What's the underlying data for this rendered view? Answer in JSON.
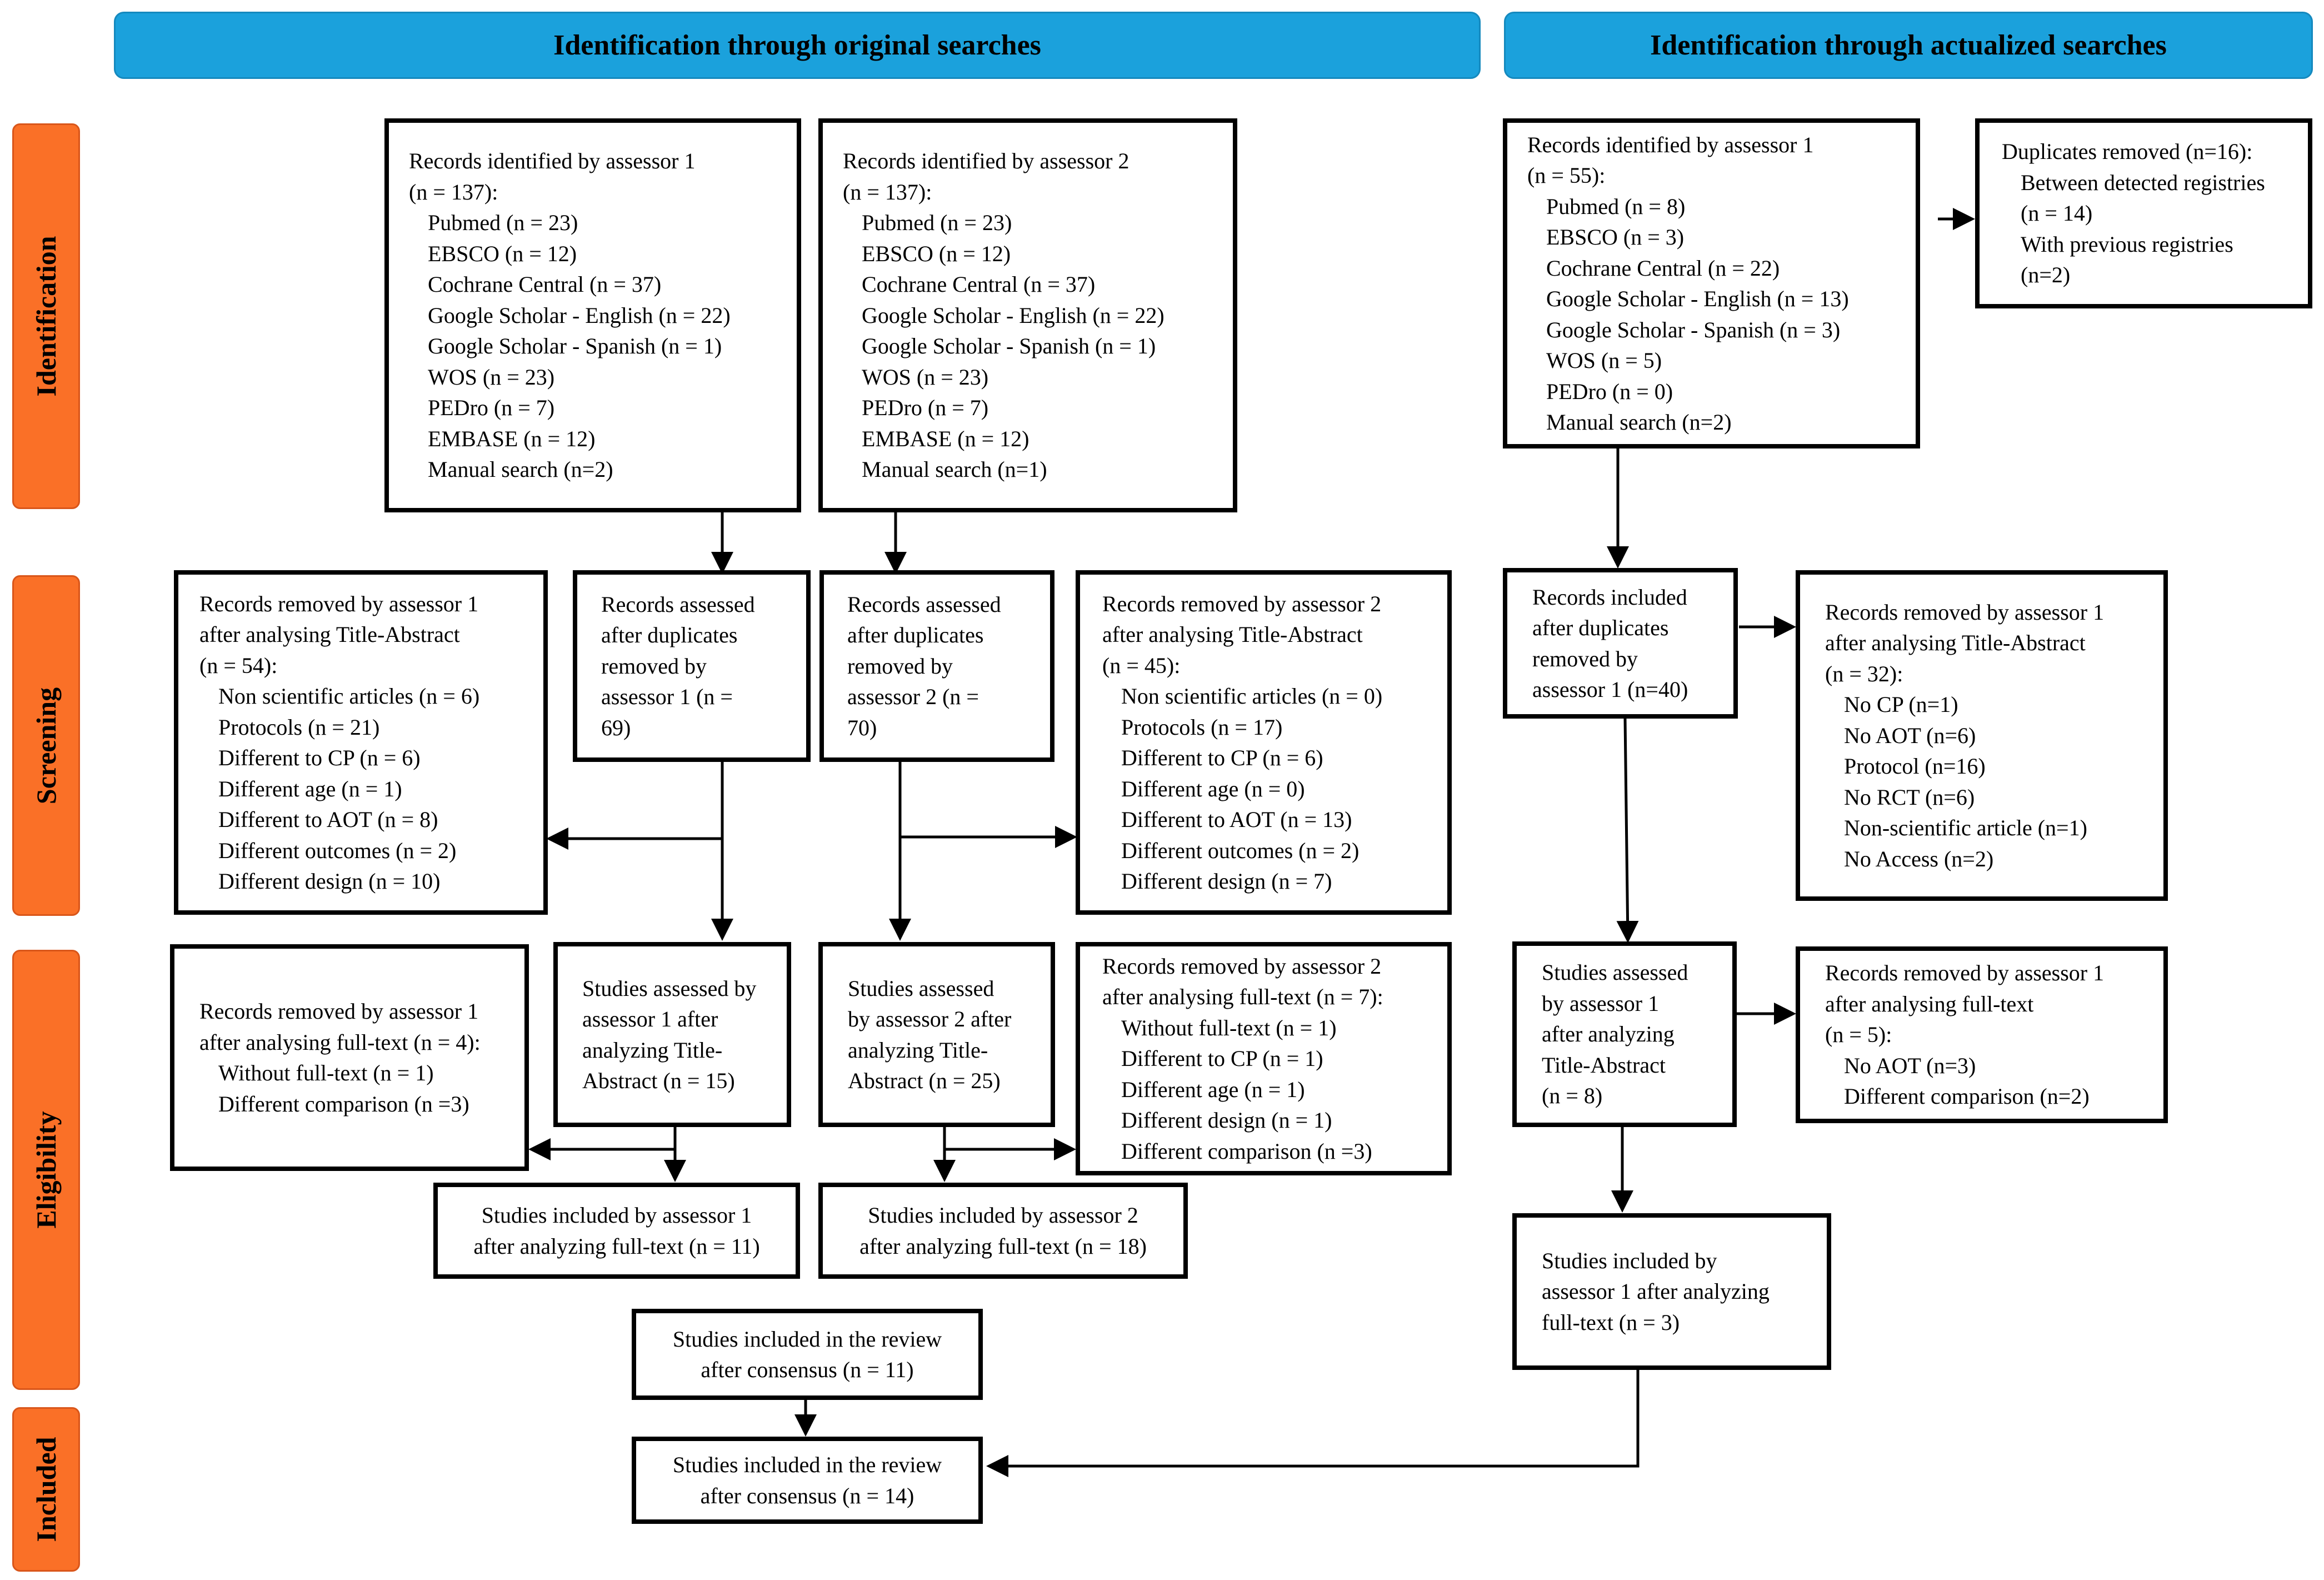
{
  "headers": {
    "original": "Identification through original searches",
    "actualized": "Identification through actualized searches"
  },
  "phases": {
    "identification": "Identification",
    "screening": "Screening",
    "eligibility": "Eligibility",
    "included": "Included"
  },
  "colors": {
    "header_blue": "#1BA1DC",
    "phase_orange": "#FA7027"
  },
  "boxes": {
    "ident_a1": {
      "heading": [
        "Records identified by assessor 1",
        "(n = 137):"
      ],
      "items": [
        "Pubmed (n = 23)",
        "EBSCO (n = 12)",
        "Cochrane Central (n = 37)",
        "Google Scholar - English (n = 22)",
        "Google Scholar - Spanish (n = 1)",
        "WOS (n = 23)",
        "PEDro (n = 7)",
        "EMBASE (n = 12)",
        "Manual search (n=2)"
      ]
    },
    "ident_a2": {
      "heading": [
        "Records identified by assessor 2",
        "(n = 137):"
      ],
      "items": [
        "Pubmed (n = 23)",
        "EBSCO (n = 12)",
        "Cochrane Central (n = 37)",
        "Google Scholar - English (n = 22)",
        "Google Scholar - Spanish (n = 1)",
        "WOS (n = 23)",
        "PEDro (n = 7)",
        "EMBASE (n = 12)",
        "Manual search (n=1)"
      ]
    },
    "ident_act": {
      "heading": [
        "Records identified by assessor 1",
        "(n = 55):"
      ],
      "items": [
        "Pubmed (n = 8)",
        "EBSCO (n = 3)",
        "Cochrane Central (n = 22)",
        "Google Scholar - English (n = 13)",
        "Google Scholar - Spanish (n = 3)",
        "WOS (n = 5)",
        "PEDro (n = 0)",
        "Manual search (n=2)"
      ]
    },
    "dup_removed": {
      "heading": [
        "Duplicates removed (n=16):"
      ],
      "items": [
        "Between detected registries",
        "(n = 14)",
        "With previous registries",
        "(n=2)"
      ]
    },
    "removed_ta_a1": {
      "heading": [
        "Records removed by assessor 1",
        "after analysing Title-Abstract",
        "(n = 54):"
      ],
      "items": [
        "Non scientific articles (n = 6)",
        "Protocols (n = 21)",
        "Different to CP (n = 6)",
        "Different age (n = 1)",
        "Different to AOT (n = 8)",
        "Different outcomes (n = 2)",
        "Different design (n = 10)"
      ]
    },
    "assessed_a1": {
      "lines": [
        "Records assessed",
        "after duplicates",
        "removed by",
        "assessor 1 (n =",
        "69)"
      ]
    },
    "assessed_a2": {
      "lines": [
        "Records assessed",
        "after duplicates",
        "removed by",
        "assessor 2 (n =",
        "70)"
      ]
    },
    "removed_ta_a2": {
      "heading": [
        "Records removed by assessor 2",
        "after analysing Title-Abstract",
        "(n = 45):"
      ],
      "items": [
        "Non scientific articles (n = 0)",
        "Protocols (n = 17)",
        "Different to CP (n = 6)",
        "Different age (n = 0)",
        "Different to AOT (n = 13)",
        "Different outcomes (n = 2)",
        "Different design (n = 7)"
      ]
    },
    "included_dup_act": {
      "lines": [
        "Records included",
        "after duplicates",
        "removed by",
        "assessor 1 (n=40)"
      ]
    },
    "removed_ta_act": {
      "heading": [
        "Records removed by assessor 1",
        "after analysing Title-Abstract",
        "(n = 32):"
      ],
      "items": [
        "No CP (n=1)",
        "No AOT (n=6)",
        "Protocol (n=16)",
        "No RCT (n=6)",
        "Non-scientific article (n=1)",
        "No Access (n=2)"
      ]
    },
    "removed_ft_a1": {
      "heading": [
        "Records removed by assessor 1",
        "after analysing full-text (n = 4):"
      ],
      "items": [
        "Without full-text (n = 1)",
        "Different comparison (n =3)"
      ]
    },
    "studies_a1": {
      "lines": [
        "Studies assessed by",
        "assessor 1 after",
        "analyzing Title-",
        "Abstract (n = 15)"
      ]
    },
    "studies_a2": {
      "lines": [
        "Studies assessed",
        "by assessor 2 after",
        "analyzing Title-",
        "Abstract (n = 25)"
      ]
    },
    "removed_ft_a2": {
      "heading": [
        "Records removed by assessor 2",
        "after analysing full-text (n = 7):"
      ],
      "items": [
        "Without full-text (n = 1)",
        "Different to CP (n = 1)",
        "Different age (n = 1)",
        "Different design (n = 1)",
        "Different comparison (n =3)"
      ]
    },
    "studies_act": {
      "lines": [
        "Studies assessed",
        "by assessor 1",
        "after analyzing",
        "Title-Abstract",
        "(n = 8)"
      ]
    },
    "removed_ft_act": {
      "heading": [
        "Records removed by assessor 1",
        "after analysing full-text",
        "(n = 5):"
      ],
      "items": [
        "No AOT (n=3)",
        "Different comparison (n=2)"
      ]
    },
    "incl_a1": {
      "lines": [
        "Studies included by assessor 1",
        "after analyzing full-text (n = 11)"
      ]
    },
    "incl_a2": {
      "lines": [
        "Studies included by assessor 2",
        "after analyzing full-text (n = 18)"
      ]
    },
    "incl_act": {
      "lines": [
        "Studies included by",
        "assessor 1 after analyzing",
        "full-text (n = 3)"
      ]
    },
    "consensus_11": {
      "lines": [
        "Studies included in the review",
        "after consensus (n = 11)"
      ]
    },
    "consensus_14": {
      "lines": [
        "Studies included in the review",
        "after consensus (n = 14)"
      ]
    }
  }
}
